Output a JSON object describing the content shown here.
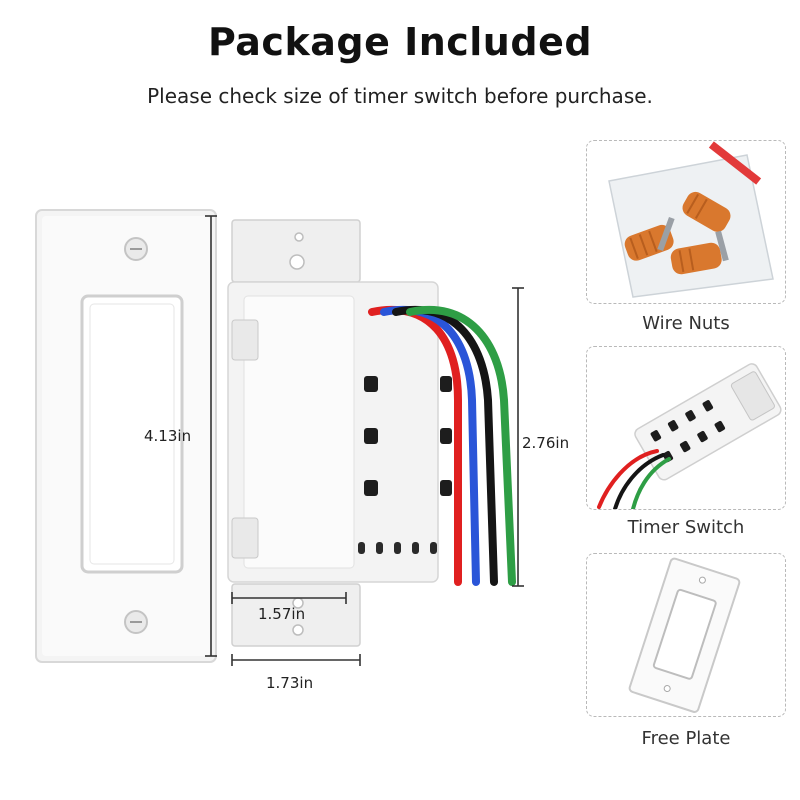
{
  "header": {
    "title": "Package Included",
    "subtitle": "Please check size of timer switch before purchase."
  },
  "dimensions": {
    "plate_height": "4.13in",
    "switch_height": "2.76in",
    "body_width": "1.57in",
    "mount_width": "1.73in"
  },
  "items": [
    {
      "label": "Wire Nuts"
    },
    {
      "label": "Timer Switch"
    },
    {
      "label": "Free Plate"
    }
  ],
  "colors": {
    "wire_red": "#e02020",
    "wire_blue": "#2a55d8",
    "wire_black": "#151515",
    "wire_green": "#2e9e45",
    "wire_nut_orange": "#d9782e"
  }
}
